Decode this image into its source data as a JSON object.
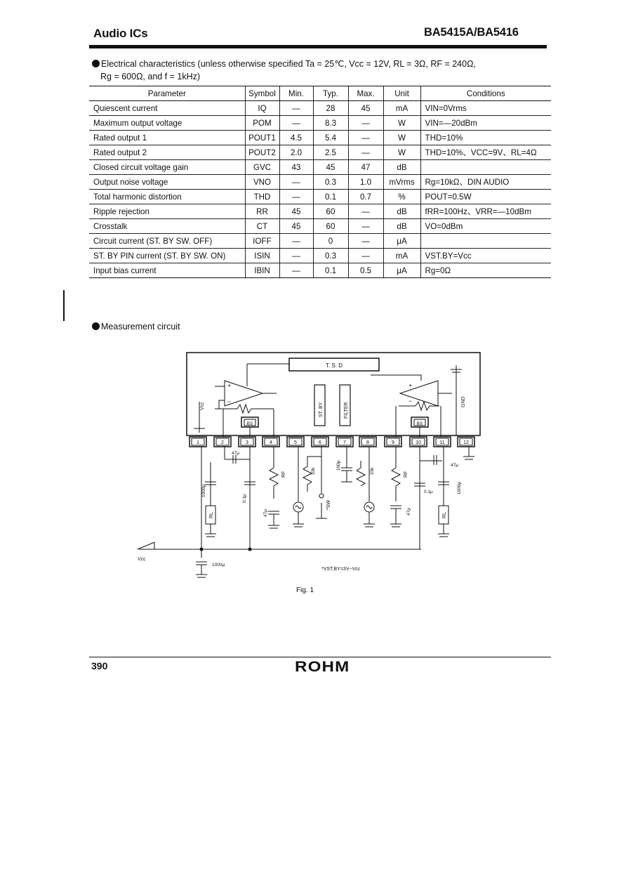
{
  "header": {
    "left": "Audio ICs",
    "right": "BA5415A/BA5416"
  },
  "conditions": {
    "line1": "Electrical characteristics (unless otherwise specified Ta = 25℃, Vcc = 12V, RL = 3Ω, RF = 240Ω,",
    "line2": "Rg = 600Ω, and f = 1kHz)"
  },
  "table": {
    "headers": [
      "Parameter",
      "Symbol",
      "Min.",
      "Typ.",
      "Max.",
      "Unit",
      "Conditions"
    ],
    "rows": [
      [
        "Quiescent current",
        "IQ",
        "—",
        "28",
        "45",
        "mA",
        "VIN=0Vrms"
      ],
      [
        "Maximum output voltage",
        "POM",
        "—",
        "8.3",
        "—",
        "W",
        "VIN=—20dBm"
      ],
      [
        "Rated output 1",
        "POUT1",
        "4.5",
        "5.4",
        "—",
        "W",
        "THD=10%"
      ],
      [
        "Rated output 2",
        "POUT2",
        "2.0",
        "2.5",
        "—",
        "W",
        "THD=10%、VCC=9V、RL=4Ω"
      ],
      [
        "Closed circuit voltage gain",
        "GVC",
        "43",
        "45",
        "47",
        "dB",
        ""
      ],
      [
        "Output noise voltage",
        "VNO",
        "—",
        "0.3",
        "1.0",
        "mVrms",
        "Rg=10kΩ、DIN AUDIO"
      ],
      [
        "Total harmonic distortion",
        "THD",
        "—",
        "0.1",
        "0.7",
        "%",
        "POUT=0.5W"
      ],
      [
        "Ripple rejection",
        "RR",
        "45",
        "60",
        "—",
        "dB",
        "fRR=100Hz、VRR=—10dBm"
      ],
      [
        "Crosstalk",
        "CT",
        "45",
        "60",
        "—",
        "dB",
        "VO=0dBm"
      ],
      [
        "Circuit current (ST. BY SW. OFF)",
        "IOFF",
        "—",
        "0",
        "—",
        "μA",
        ""
      ],
      [
        "ST. BY PIN current (ST. BY SW. ON)",
        "ISIN",
        "—",
        "0.3",
        "—",
        "mA",
        "VST.BY=Vcc"
      ],
      [
        "Input bias current",
        "IBIN",
        "—",
        "0.1",
        "0.5",
        "μA",
        "Rg=0Ω"
      ]
    ]
  },
  "measurement": {
    "title": "Measurement circuit",
    "figure_label": "Fig. 1",
    "circuit": {
      "tsd": "T. S. D",
      "stby": "ST. BY",
      "filter": "FILTER",
      "bs": "BS",
      "vcc_inner": "Vcc",
      "gnd": "GND",
      "pins": [
        "1",
        "2",
        "3",
        "4",
        "5",
        "6",
        "7",
        "8",
        "9",
        "10",
        "11",
        "12"
      ],
      "c47": "47μ",
      "c1000": "1000μ",
      "c01": "0.1μ",
      "c100": "100μ",
      "rf": "RF",
      "rl": "RL",
      "r33k": "33k",
      "sw": "*SW",
      "vcc_outer": "Vcc",
      "c1000_bottom": "1000μ",
      "note": "*VST.BY=3V~Vcc"
    }
  },
  "footer": {
    "page_number": "390",
    "logo": "ROHM"
  }
}
